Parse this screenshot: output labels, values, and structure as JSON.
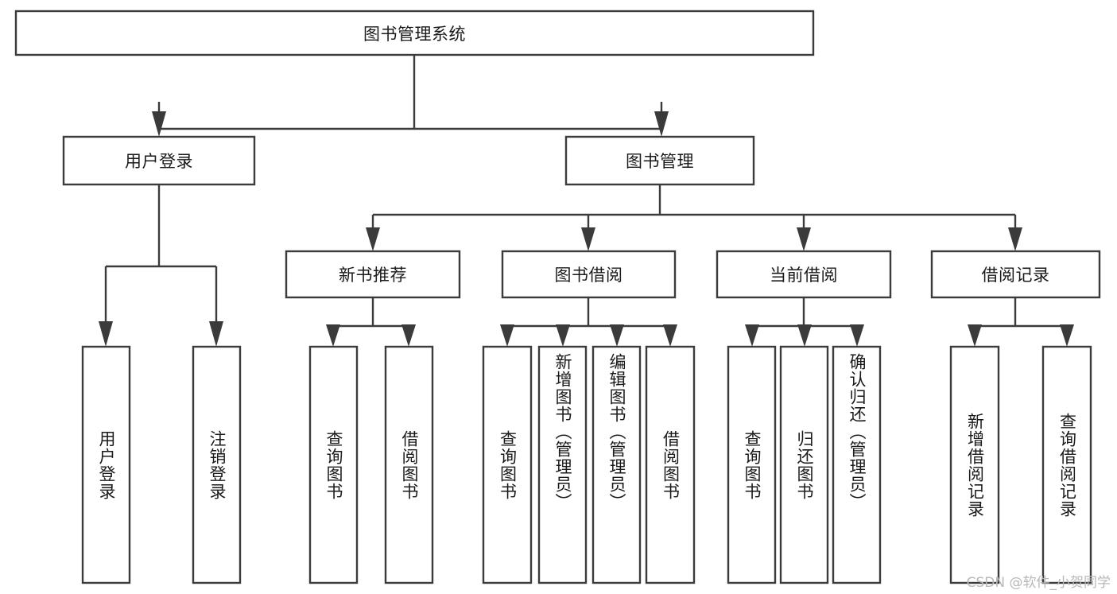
{
  "diagram": {
    "title": "图书管理系统",
    "type": "hierarchy-tree",
    "colors": {
      "box_stroke": "#3b3b3b",
      "box_fill": "#ffffff",
      "text": "#1a1a1a",
      "background": "#ffffff",
      "watermark": "#b8b8b8"
    },
    "root": {
      "label": "图书管理系统"
    },
    "level2": [
      {
        "label": "用户登录"
      },
      {
        "label": "图书管理"
      }
    ],
    "level3": [
      {
        "label": "新书推荐"
      },
      {
        "label": "图书借阅"
      },
      {
        "label": "当前借阅"
      },
      {
        "label": "借阅记录"
      }
    ],
    "leaves": {
      "user_login": [
        {
          "label": "用户登录"
        },
        {
          "label": "注销登录"
        }
      ],
      "new_book": [
        {
          "label": "查询图书"
        },
        {
          "label": "借阅图书"
        }
      ],
      "book_borrow": [
        {
          "label": "查询图书"
        },
        {
          "label": "新增图书（管理员）"
        },
        {
          "label": "编辑图书（管理员）"
        },
        {
          "label": "借阅图书"
        }
      ],
      "current_borrow": [
        {
          "label": "查询图书"
        },
        {
          "label": "归还图书"
        },
        {
          "label": "确认归还（管理员）"
        }
      ],
      "borrow_record": [
        {
          "label": "新增借阅记录"
        },
        {
          "label": "查询借阅记录"
        }
      ]
    },
    "watermark": "CSDN @软件_小贺同学"
  }
}
